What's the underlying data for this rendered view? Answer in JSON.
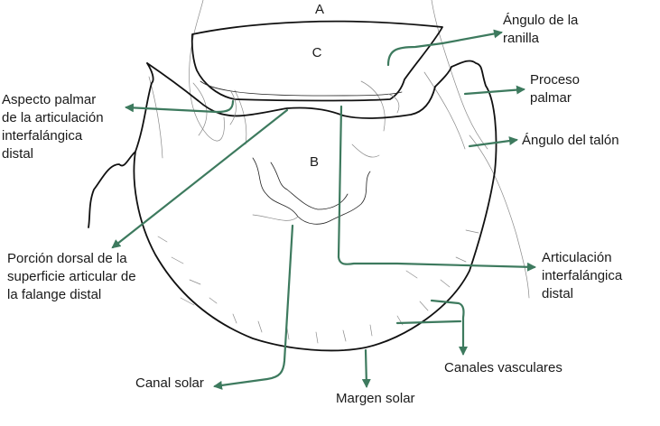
{
  "regions": {
    "a": "A",
    "b": "B",
    "c": "C"
  },
  "labels": {
    "angulo_ranilla": [
      "Ángulo de la",
      "ranilla"
    ],
    "proceso_palmar": [
      "Proceso",
      "palmar"
    ],
    "angulo_talon": [
      "Ángulo del talón"
    ],
    "aspecto_palmar": [
      "Aspecto palmar",
      "de la articulación",
      "interfalángica",
      "distal"
    ],
    "porcion_dorsal": [
      "Porción dorsal de la",
      "superficie articular de",
      "la falange distal"
    ],
    "articulacion": [
      "Articulación",
      "interfalángica",
      "distal"
    ],
    "canal_solar": [
      "Canal solar"
    ],
    "margen_solar": [
      "Margen solar"
    ],
    "canales_vasculares": [
      "Canales vasculares"
    ]
  },
  "colors": {
    "arrow": "#3d7a5e",
    "outline": "#111111",
    "text": "#1a1a1a"
  }
}
